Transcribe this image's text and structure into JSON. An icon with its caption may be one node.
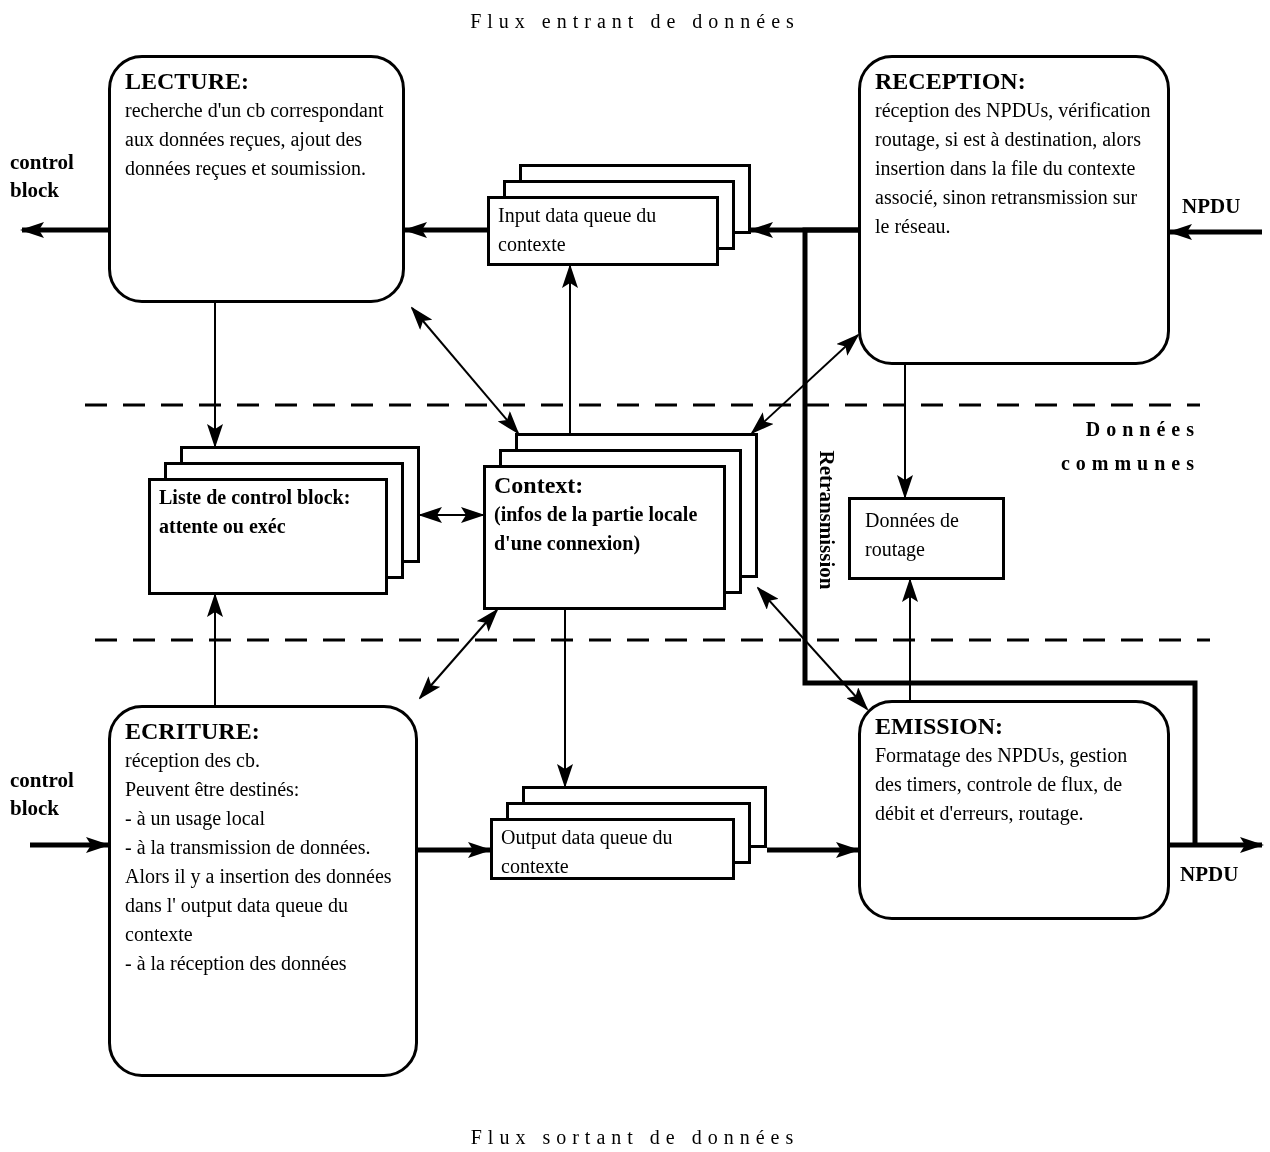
{
  "diagram": {
    "nodes": [
      {
        "text": [
          "LECTURE:",
          "recherche d'un cb correspondant aux données reçues, ajout des données reçues et soumission."
        ]
      },
      {
        "text": [
          "RECEPTION:",
          "réception des NPDUs, vérification routage, si est à destination, alors insertion dans la file du contexte associé, sinon retransmission sur le réseau."
        ]
      },
      {
        "text": [
          "Input data queue du contexte"
        ]
      },
      {
        "text": [
          "Liste de control block: attente ou exéc"
        ]
      },
      {
        "text": [
          "Context:",
          "(infos de la partie locale d'une connexion)"
        ]
      },
      {
        "text": [
          "Données de routage"
        ]
      },
      {
        "text": [
          "ECRITURE:",
          "réception des cb.",
          "Peuvent être destinés:",
          "- à un usage local",
          "- à la transmission de données. Alors il y a insertion des données dans l' output data queue du contexte",
          "- à la réception des données"
        ]
      },
      {
        "text": [
          "Output data queue du contexte"
        ]
      },
      {
        "text": [
          "EMISSION:",
          "Formatage des NPDUs, gestion des timers, controle de flux, de débit et d'erreurs, routage."
        ]
      }
    ],
    "edges": [
      {
        "from": 0,
        "to": null,
        "arrow": "to",
        "style": "thick",
        "label": "control block"
      },
      {
        "from": 2,
        "to": 0,
        "arrow": "to",
        "style": "thick"
      },
      {
        "from": 1,
        "to": 2,
        "arrow": "to",
        "style": "thick"
      },
      {
        "from": null,
        "to": 1,
        "arrow": "to",
        "style": "thick",
        "label": "NPDU"
      },
      {
        "from": 4,
        "to": 2,
        "arrow": "to"
      },
      {
        "from": 0,
        "to": 3,
        "arrow": "to"
      },
      {
        "from": 0,
        "to": 4,
        "arrow": "both"
      },
      {
        "from": 1,
        "to": 4,
        "arrow": "both"
      },
      {
        "from": 1,
        "to": 5,
        "arrow": "to"
      },
      {
        "from": 3,
        "to": 4,
        "arrow": "both"
      },
      {
        "from": 6,
        "to": 3,
        "arrow": "to"
      },
      {
        "from": 6,
        "to": 4,
        "arrow": "both"
      },
      {
        "from": 4,
        "to": 7,
        "arrow": "to"
      },
      {
        "from": 6,
        "to": 7,
        "arrow": "to",
        "style": "thick"
      },
      {
        "from": 7,
        "to": 8,
        "arrow": "to",
        "style": "thick"
      },
      {
        "from": 8,
        "to": 5,
        "arrow": "to"
      },
      {
        "from": 4,
        "to": 8,
        "arrow": "both"
      },
      {
        "from": null,
        "to": 6,
        "arrow": "to",
        "style": "thick",
        "label": "control block"
      },
      {
        "from": 8,
        "to": null,
        "arrow": "to",
        "style": "thick",
        "label": "NPDU"
      },
      {
        "from": 1,
        "to": null,
        "arrow": "none",
        "style": "thick",
        "label": "Retransmission"
      }
    ],
    "labels": [
      "Flux entrant de données",
      "Données communes",
      "Flux sortant de données"
    ]
  }
}
